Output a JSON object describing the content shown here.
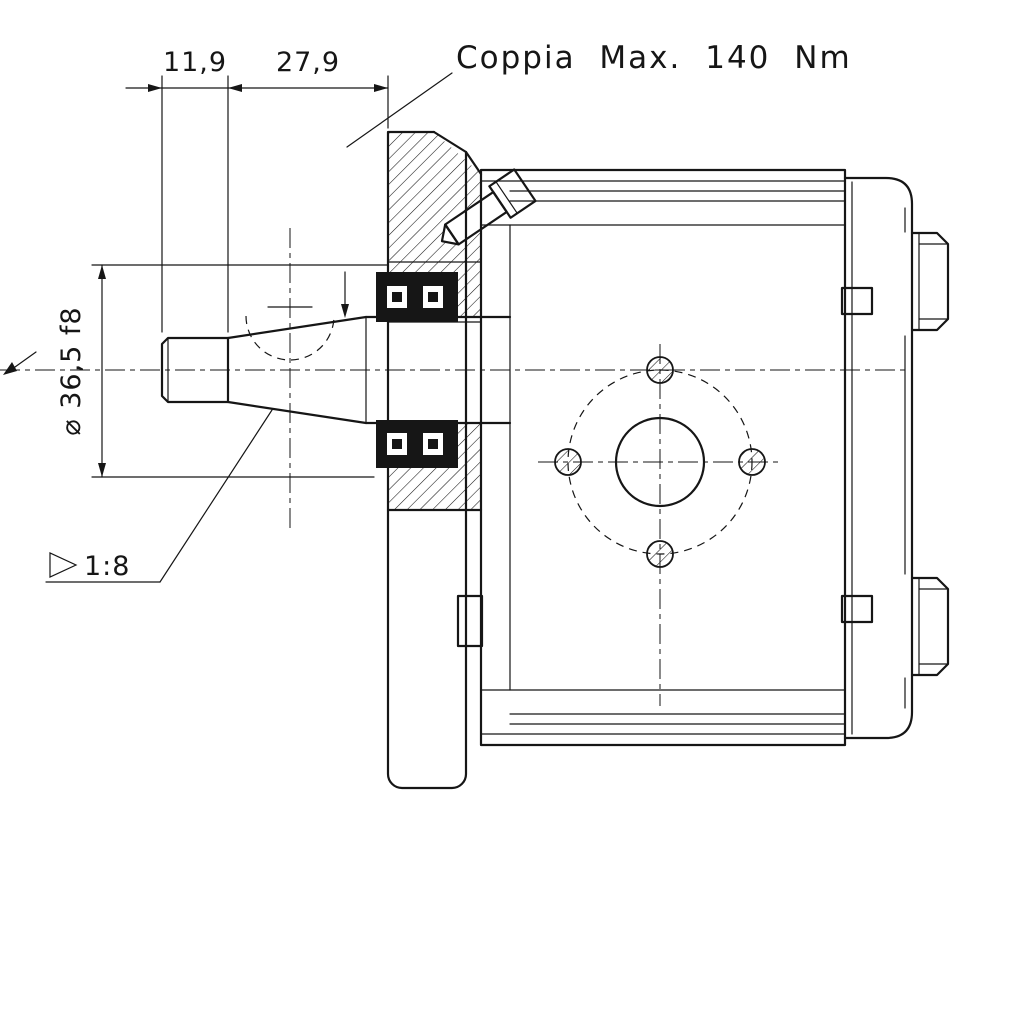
{
  "drawing": {
    "title": "Gear pump cross-section technical drawing",
    "labels": {
      "torque": "Coppia Max. 140 Nm",
      "dim_shaft_end": "11,9",
      "dim_taper_length": "27,9",
      "shaft_diameter": "⌀ 36,5 f8",
      "taper_ratio": "1:8"
    },
    "values": {
      "max_torque_nm": 140,
      "dim_shaft_end_mm": 11.9,
      "dim_taper_length_mm": 27.9,
      "shaft_diameter_mm": 36.5,
      "shaft_diameter_tolerance": "f8",
      "shaft_taper": "1:8"
    },
    "colors": {
      "line": "#161616",
      "background": "#ffffff"
    }
  }
}
